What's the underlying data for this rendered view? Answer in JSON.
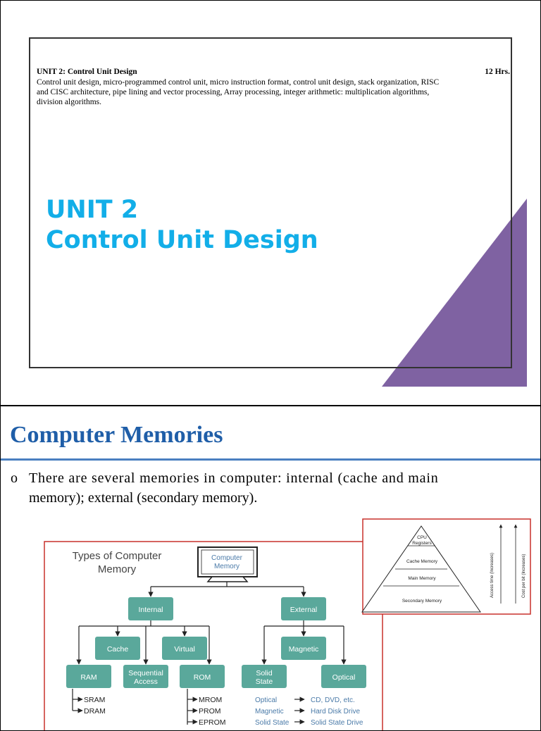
{
  "slide1": {
    "syllabus_heading": "UNIT 2: Control Unit Design",
    "syllabus_hours": "12 Hrs.",
    "syllabus_lines": [
      "Control unit design, micro-programmed control unit, micro instruction format, control unit design, stack organization, RISC",
      "and CISC architecture, pipe lining and vector processing, Array processing, integer arithmetic: multiplication algorithms,",
      "division algorithms."
    ],
    "title_line1": "UNIT 2",
    "title_line2": "Control Unit Design",
    "colors": {
      "title": "#12aee8",
      "triangle": "#7f62a2"
    }
  },
  "slide2": {
    "title": "Computer Memories",
    "bullet_marker": "o",
    "bullet_line1": "There are several memories in computer: internal (cache and main",
    "bullet_line2": "memory); external (secondary memory).",
    "colors": {
      "title": "#1f5ea8",
      "rule": "#4a7fc0",
      "node_fill": "#5aa89b"
    },
    "tree": {
      "heading_line1": "Types of Computer",
      "heading_line2": "Memory",
      "root_line1": "Computer",
      "root_line2": "Memory",
      "root_icon": "monitor-icon",
      "internal": "Internal",
      "external": "External",
      "cache": "Cache",
      "virtual": "Virtual",
      "magnetic": "Magnetic",
      "ram": "RAM",
      "sequential_line1": "Sequential",
      "sequential_line2": "Access",
      "rom": "ROM",
      "solid_line1": "Solid",
      "solid_line2": "State",
      "optical": "Optical",
      "ram_children": [
        "SRAM",
        "DRAM"
      ],
      "rom_children": [
        "MROM",
        "PROM",
        "EPROM"
      ],
      "examples": [
        {
          "type": "Optical",
          "example": "CD, DVD, etc."
        },
        {
          "type": "Magnetic",
          "example": "Hard Disk Drive"
        },
        {
          "type": "Solid State",
          "example": "Solid State Drive"
        }
      ]
    },
    "pyramid": {
      "levels": [
        "CPU",
        "Registers",
        "Cache Memory",
        "Main Memory",
        "Secondary Memory"
      ],
      "access_label": "Access time (Increases)",
      "cost_label": "Cost per bit (Increases)"
    }
  }
}
